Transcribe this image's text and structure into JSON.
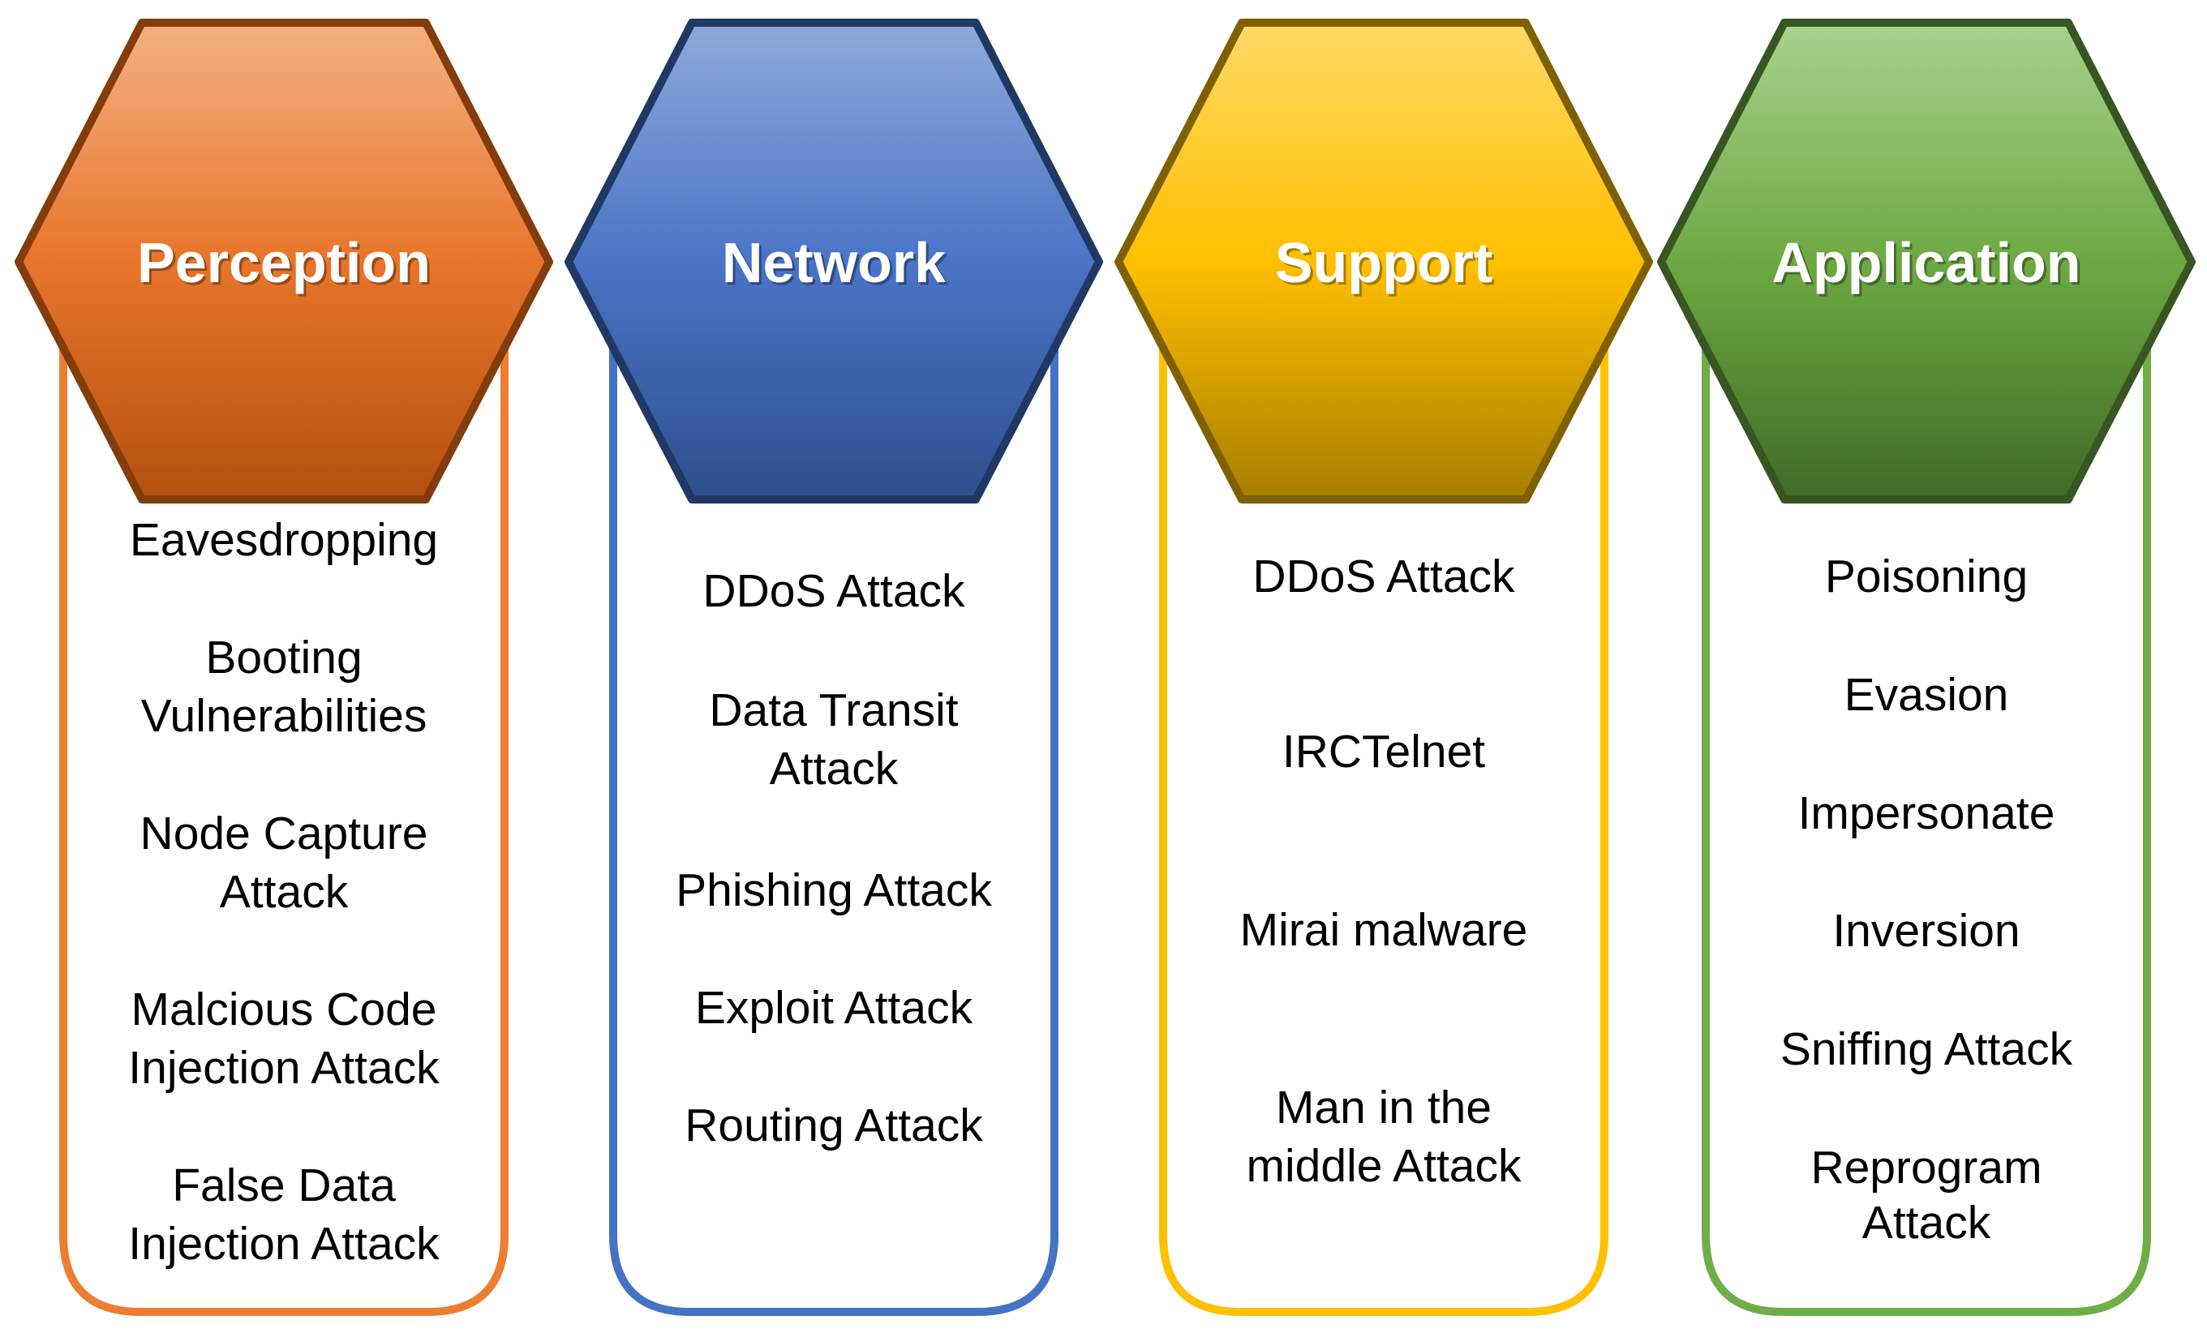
{
  "layers": [
    {
      "title": "Perception",
      "colors": {
        "border": "#ED7D31",
        "hex_top": "#F4B183",
        "hex_mid": "#E8752B",
        "hex_bottom": "#B5500F",
        "hex_stroke": "#843C0C"
      },
      "items": [
        [
          "Eavesdropping"
        ],
        [
          "Booting",
          "Vulnerabilities"
        ],
        [
          "Node Capture",
          "Attack"
        ],
        [
          "Malcious Code",
          "Injection Attack"
        ],
        [
          "False Data",
          "Injection Attack"
        ]
      ]
    },
    {
      "title": "Network",
      "colors": {
        "border": "#4472C4",
        "hex_top": "#8EAADB",
        "hex_mid": "#4A74C6",
        "hex_bottom": "#2D4F8C",
        "hex_stroke": "#1F3864"
      },
      "items": [
        [
          "DDoS Attack"
        ],
        [
          "Data Transit",
          "Attack"
        ],
        [
          "Phishing Attack"
        ],
        [
          "Exploit Attack"
        ],
        [
          "Routing Attack"
        ]
      ]
    },
    {
      "title": "Support",
      "colors": {
        "border": "#FFC000",
        "hex_top": "#FFD966",
        "hex_mid": "#FFC000",
        "hex_bottom": "#A87E00",
        "hex_stroke": "#7F6000"
      },
      "items": [
        [
          "DDoS Attack"
        ],
        [
          "IRCTelnet"
        ],
        [
          "Mirai malware"
        ],
        [
          "Man in the",
          "middle Attack"
        ]
      ]
    },
    {
      "title": "Application",
      "colors": {
        "border": "#70AD47",
        "hex_top": "#A9D18E",
        "hex_mid": "#6DA942",
        "hex_bottom": "#3F6B27",
        "hex_stroke": "#375623"
      },
      "items": [
        [
          "Poisoning"
        ],
        [
          "Evasion"
        ],
        [
          "Impersonate"
        ],
        [
          "Inversion"
        ],
        [
          "Sniffing Attack"
        ],
        [
          "Reprogram",
          "Attack"
        ]
      ]
    }
  ]
}
